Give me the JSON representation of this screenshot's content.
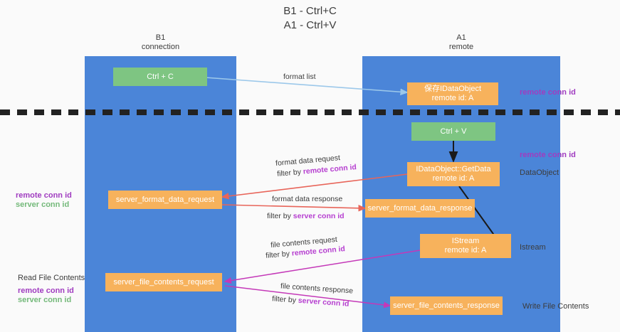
{
  "title": {
    "line1": "B1 - Ctrl+C",
    "line2": "A1 - Ctrl+V"
  },
  "lanes": [
    {
      "name": "B1",
      "sub": "connection"
    },
    {
      "name": "A1",
      "sub": "remote"
    }
  ],
  "boxes": {
    "ctrl_c": "Ctrl + C",
    "ctrl_v": "Ctrl + V",
    "idataobject_l1": "保存IDataObject",
    "idataobject_l2": "remote id: A",
    "getdata_l1": "IDataObject::GetData",
    "getdata_l2": "remote id: A",
    "istream_l1": "IStream",
    "istream_l2": "remote id: A",
    "server_format_data_request": "server_format_data_request",
    "server_format_data_response": "server_format_data_response",
    "server_file_contents_request": "server_file_contents_request",
    "server_file_contents_response": "server_file_contents_response"
  },
  "edge_labels": {
    "format_list": "format list",
    "format_data_request": "format data request",
    "format_data_request_filter_pre": "filter by ",
    "format_data_request_filter_key": "remote conn id",
    "format_data_response": "format data response",
    "format_data_response_filter_pre": "filter by ",
    "format_data_response_filter_key": "server conn id",
    "file_contents_request": "file contents request",
    "file_contents_request_filter_pre": "filter by ",
    "file_contents_request_filter_key": "remote conn id",
    "file_contents_response": "file contents response",
    "file_contents_response_filter_pre": "filter by ",
    "file_contents_response_filter_key": "server conn id"
  },
  "side_labels": {
    "right_remote_conn_id_top": "remote conn id",
    "right_remote_conn_id_mid": "remote conn id",
    "right_dataobject": "DataObject",
    "right_istream": "Istream",
    "right_write_file_contents": "Write File Contents",
    "left_remote_conn_id": "remote conn id",
    "left_server_conn_id": "server conn id",
    "left_read_file_contents": "Read File Contents",
    "left_remote_conn_id_2": "remote conn id",
    "left_server_conn_id_2": "server conn id"
  },
  "colors": {
    "lane": "#4b85d8",
    "green_box": "#7ec582",
    "orange_box": "#f7b25c",
    "purple": "#a03cc0",
    "green_text": "#74b97a",
    "arrow_blue": "#9cc8ea",
    "arrow_red": "#e8655a",
    "arrow_magenta": "#c438b8",
    "arrow_black": "#1a1a1a",
    "background": "#fafafa"
  }
}
